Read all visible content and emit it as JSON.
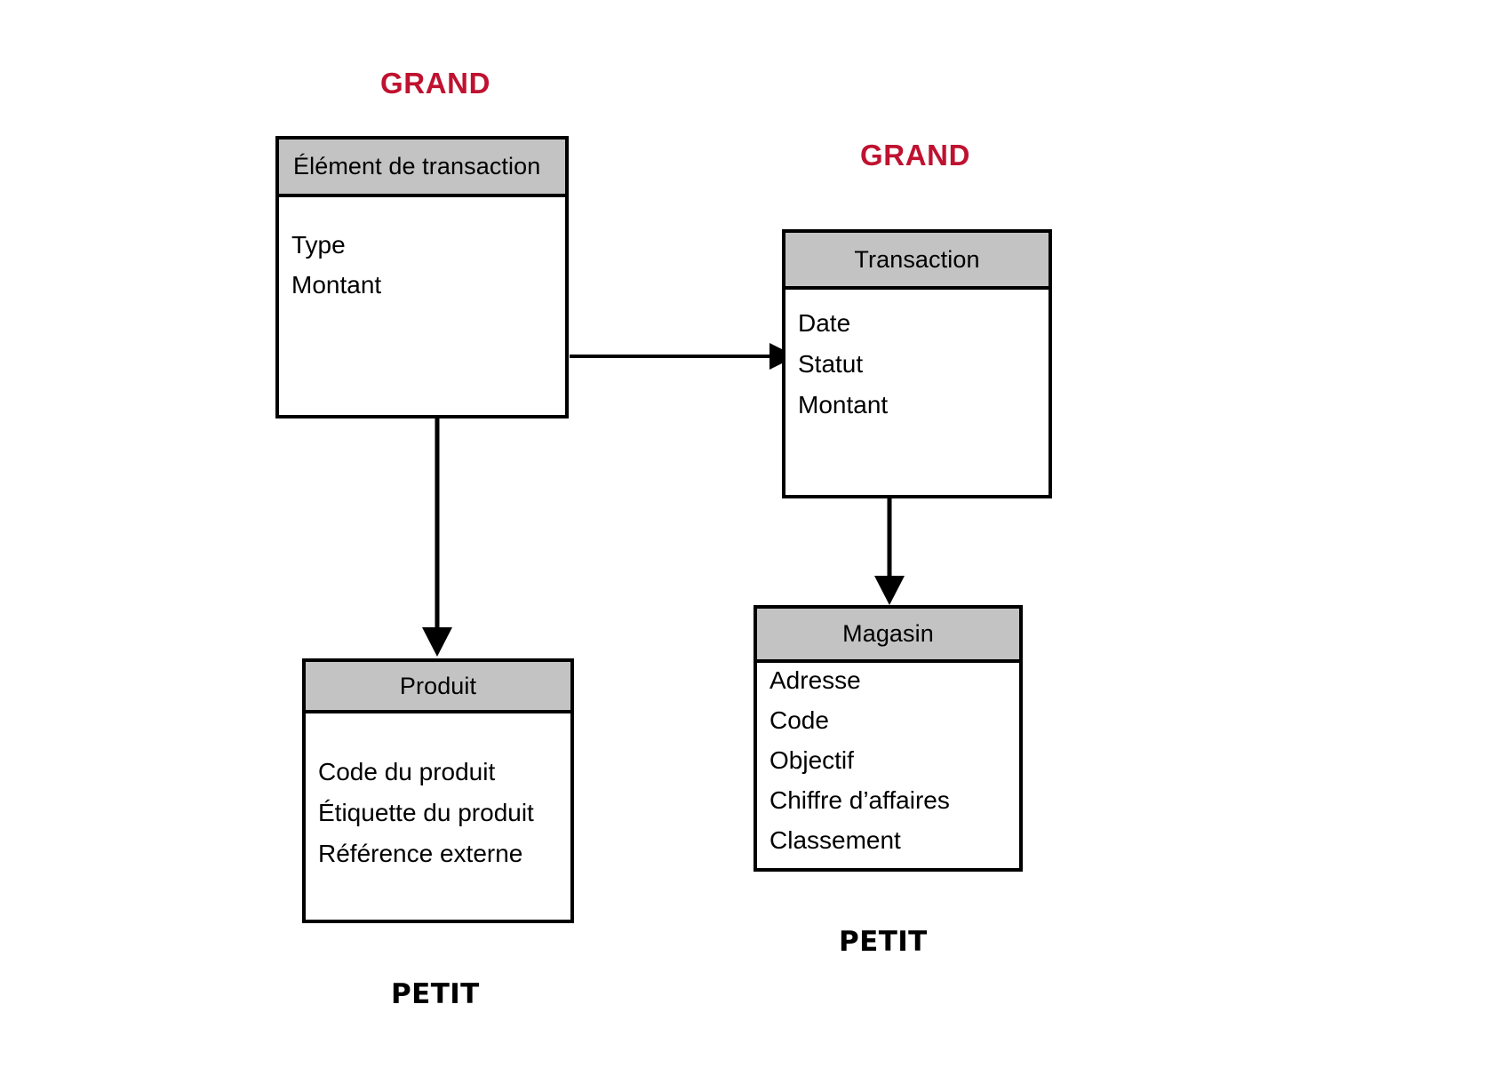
{
  "diagram": {
    "title_hidden": "",
    "colors": {
      "accent_red": "#bf1230",
      "header_gray": "#c3c3c3",
      "line_black": "#000000",
      "background": "#ffffff"
    },
    "entities": [
      {
        "id": "element-de-transaction",
        "name": "Élément de transaction",
        "fields": [
          "Type",
          "Montant"
        ],
        "cardinality": "GRAND"
      },
      {
        "id": "transaction",
        "name": "Transaction",
        "fields": [
          "Date",
          "Statut",
          "Montant"
        ],
        "cardinality": "GRAND"
      },
      {
        "id": "produit",
        "name": "Produit",
        "fields": [
          "Code du produit",
          "Étiquette du produit",
          "Référence externe"
        ],
        "cardinality": "PETIT"
      },
      {
        "id": "magasin",
        "name": "Magasin",
        "fields": [
          "Adresse",
          "Code",
          "Objectif",
          "Chiffre d’affaires",
          "Classement"
        ],
        "cardinality": "PETIT"
      }
    ],
    "captions": {
      "grand_element": "GRAND",
      "grand_transaction": "GRAND",
      "petit_produit": "PETIT",
      "petit_magasin": "PETIT"
    },
    "relations": [
      {
        "from": "element-de-transaction",
        "to": "transaction",
        "direction": "right",
        "arrow": "open"
      },
      {
        "from": "element-de-transaction",
        "to": "produit",
        "direction": "down",
        "arrow": "filled"
      },
      {
        "from": "transaction",
        "to": "magasin",
        "direction": "down",
        "arrow": "filled"
      }
    ]
  }
}
